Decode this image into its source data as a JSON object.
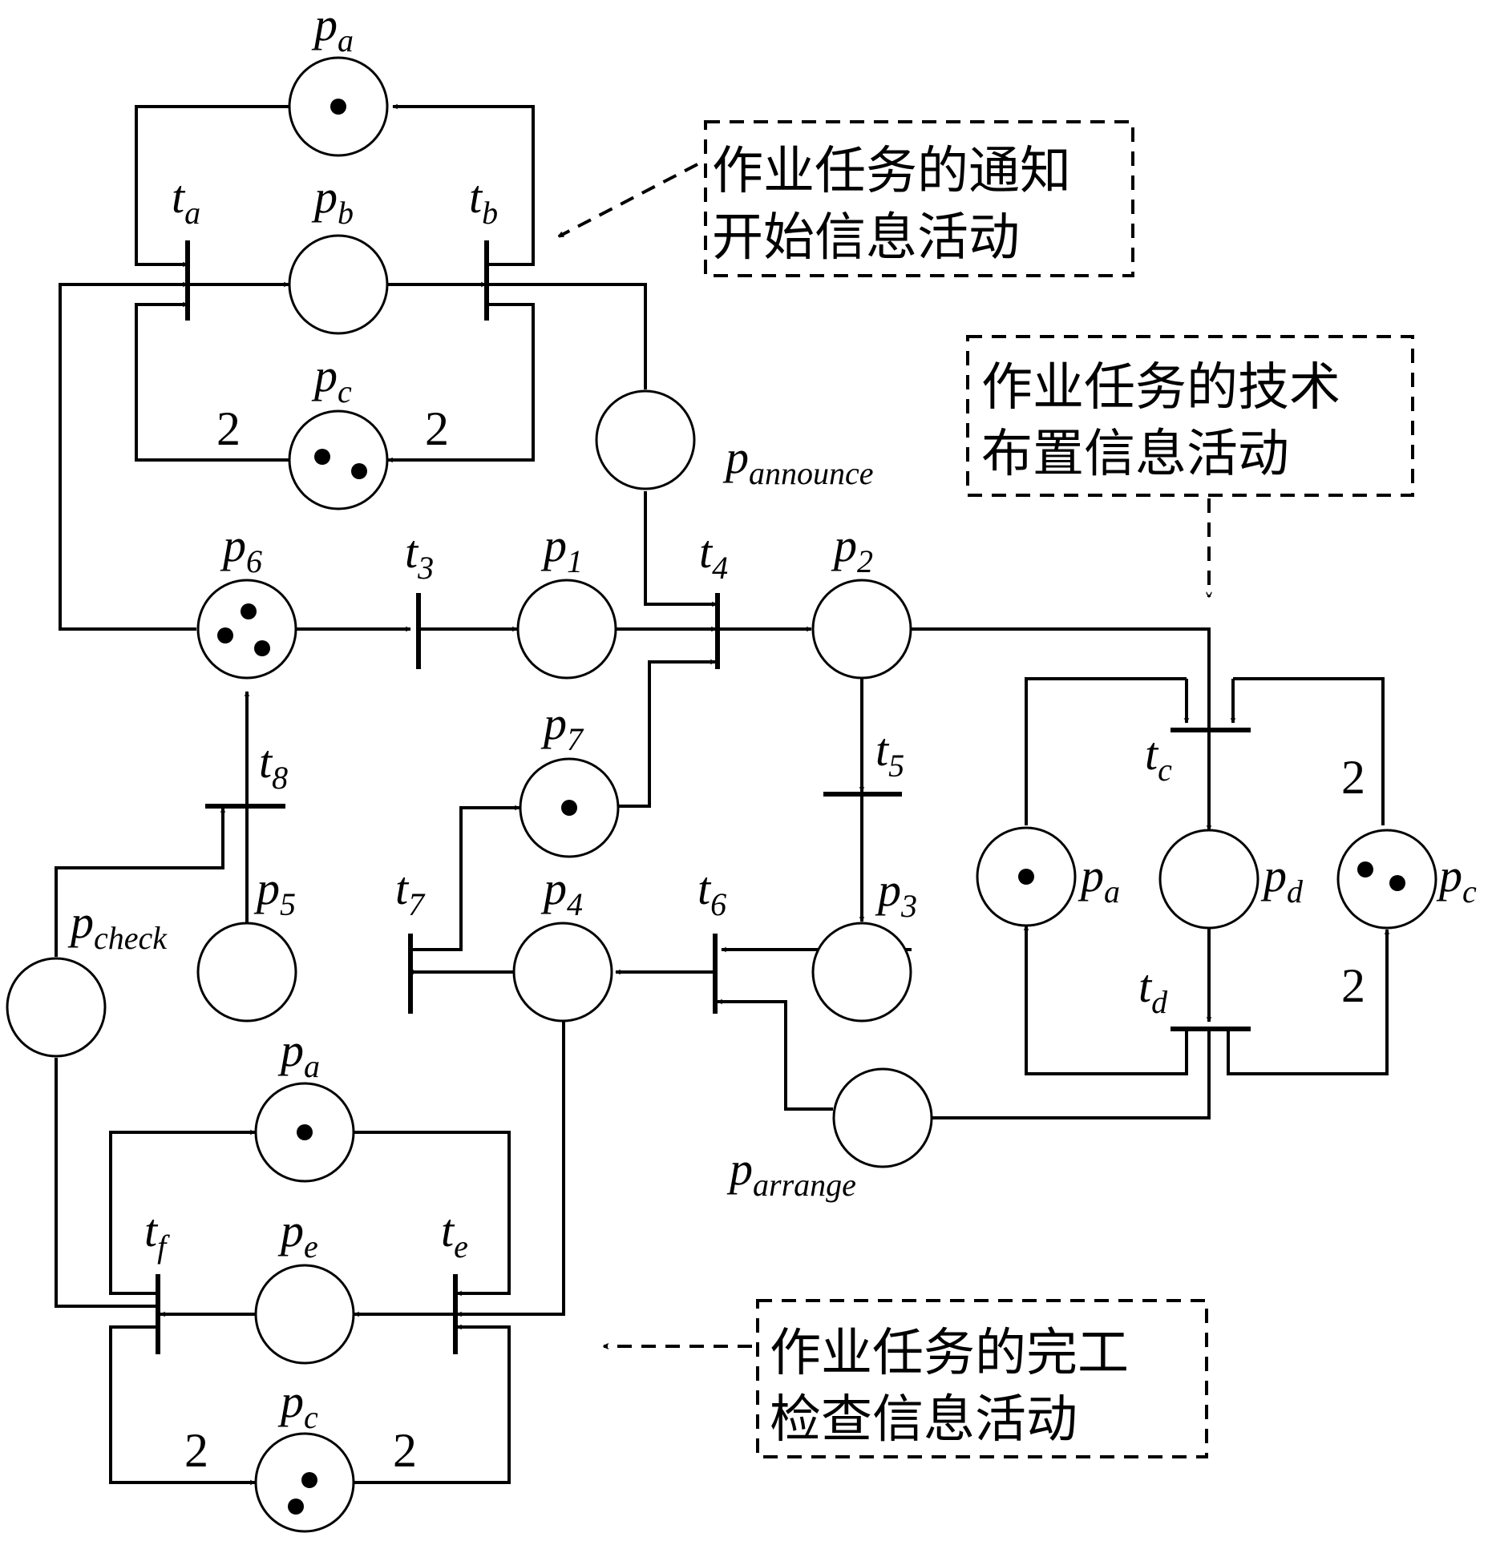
{
  "places": {
    "pa_top": {
      "name": "p",
      "sub": "a"
    },
    "pb": {
      "name": "p",
      "sub": "b"
    },
    "pc_top": {
      "name": "p",
      "sub": "c"
    },
    "pannounce": {
      "name": "p",
      "sub": "announce"
    },
    "p6": {
      "name": "p",
      "sub": "6"
    },
    "p1": {
      "name": "p",
      "sub": "1"
    },
    "p2": {
      "name": "p",
      "sub": "2"
    },
    "p7": {
      "name": "p",
      "sub": "7"
    },
    "p3": {
      "name": "p",
      "sub": "3"
    },
    "p4": {
      "name": "p",
      "sub": "4"
    },
    "p5": {
      "name": "p",
      "sub": "5"
    },
    "pcheck": {
      "name": "p",
      "sub": "check"
    },
    "pa_right": {
      "name": "p",
      "sub": "a"
    },
    "pd": {
      "name": "p",
      "sub": "d"
    },
    "pc_right": {
      "name": "p",
      "sub": "c"
    },
    "parrange": {
      "name": "p",
      "sub": "arrange"
    },
    "pa_bot": {
      "name": "p",
      "sub": "a"
    },
    "pe": {
      "name": "p",
      "sub": "e"
    },
    "pc_bot": {
      "name": "p",
      "sub": "c"
    }
  },
  "transitions": {
    "ta": {
      "name": "t",
      "sub": "a"
    },
    "tb": {
      "name": "t",
      "sub": "b"
    },
    "t3": {
      "name": "t",
      "sub": "3"
    },
    "t4": {
      "name": "t",
      "sub": "4"
    },
    "t5": {
      "name": "t",
      "sub": "5"
    },
    "t6": {
      "name": "t",
      "sub": "6"
    },
    "t7": {
      "name": "t",
      "sub": "7"
    },
    "t8": {
      "name": "t",
      "sub": "8"
    },
    "tc": {
      "name": "t",
      "sub": "c"
    },
    "td": {
      "name": "t",
      "sub": "d"
    },
    "te": {
      "name": "t",
      "sub": "e"
    },
    "tf": {
      "name": "t",
      "sub": "f"
    }
  },
  "weights": {
    "top_left": "2",
    "top_right": "2",
    "right_upper": "2",
    "right_lower": "2",
    "bot_left": "2",
    "bot_right": "2"
  },
  "annotations": {
    "notify": {
      "line1": "作业任务的通知",
      "line2": "开始信息活动"
    },
    "arrange": {
      "line1": "作业任务的技术",
      "line2": "布置信息活动"
    },
    "check": {
      "line1": "作业任务的完工",
      "line2": "检查信息活动"
    }
  }
}
